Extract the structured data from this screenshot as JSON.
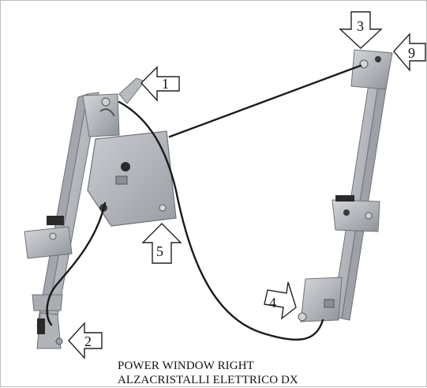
{
  "caption": {
    "line1": "POWER WINDOW RIGHT",
    "line2": "ALZACRISTALLI ELETTRICO DX"
  },
  "callouts": [
    {
      "id": "c1",
      "label": "1"
    },
    {
      "id": "c2",
      "label": "2"
    },
    {
      "id": "c3",
      "label": "3"
    },
    {
      "id": "c4",
      "label": "4"
    },
    {
      "id": "c5",
      "label": "5"
    },
    {
      "id": "c9",
      "label": "9"
    }
  ],
  "colors": {
    "metal": "#b9bcc0",
    "metal_dark": "#7c8086",
    "cable": "#1a1a1a",
    "arrow_outline": "#222222"
  }
}
